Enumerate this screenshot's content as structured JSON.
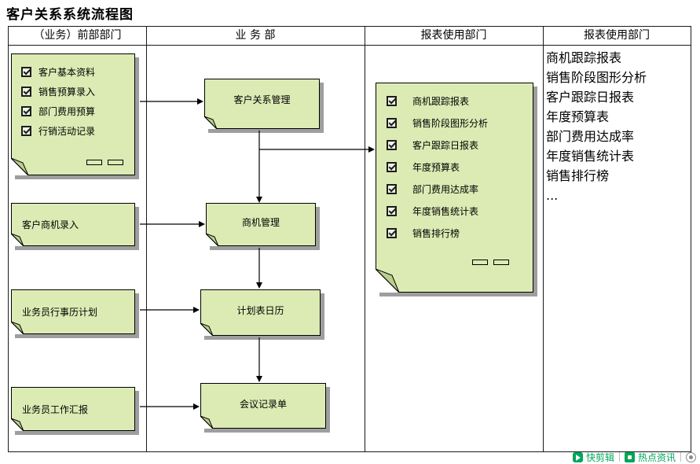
{
  "title": "客户关系系统流程图",
  "lanes": [
    "（业务）前部部门",
    "业 务 部",
    "报表使用部门",
    "报表使用部门"
  ],
  "front_dept": {
    "input_note_items": [
      "客户基本资料",
      "销售预算录入",
      "部门费用预算",
      "行销活动记录"
    ],
    "opportunity_note": "客户商机录入",
    "calendar_note": "业务员行事历计划",
    "work_report_note": "业务员工作汇报"
  },
  "business_dept": {
    "crm_note": "客户关系管理",
    "opportunity_mgmt_note": "商机管理",
    "schedule_note": "计划表日历",
    "meeting_note": "会议记录单"
  },
  "report_dept": {
    "report_note_items": [
      "商机跟踪报表",
      "销售阶段图形分析",
      "客户跟踪日报表",
      "年度预算表",
      "部门费用达成率",
      "年度销售统计表",
      "销售排行榜"
    ]
  },
  "report_list": [
    "商机跟踪报表",
    "销售阶段图形分析",
    "客户跟踪日报表",
    "年度预算表",
    "部门费用达成率",
    "年度销售统计表",
    "销售排行榜",
    "..."
  ],
  "overlay": {
    "quick_clip_label": "快剪辑",
    "hot_news_label": "热点资讯"
  },
  "colors": {
    "note_fill": "#dcebb4",
    "note_fold": "#b9cf8e",
    "note_border": "#000000",
    "shadow": "#9e9e9e",
    "overlay_green": "#00a65a"
  }
}
